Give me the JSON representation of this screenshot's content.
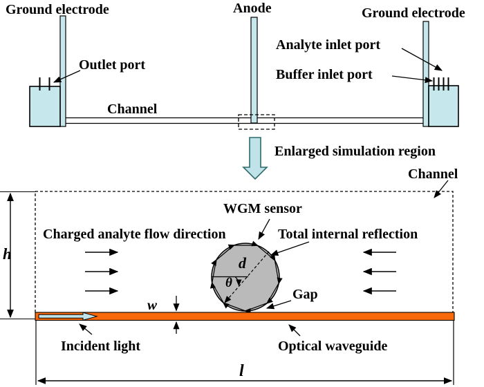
{
  "labels": {
    "ground_electrode_left": "Ground electrode",
    "anode": "Anode",
    "ground_electrode_right": "Ground electrode",
    "outlet_port": "Outlet port",
    "analyte_inlet_port": "Analyte inlet port",
    "buffer_inlet_port": "Buffer inlet port",
    "channel_top": "Channel",
    "enlarged_region": "Enlarged simulation region",
    "channel_bottom": "Channel",
    "flow_direction": "Charged analyte flow direction",
    "wgm_sensor": "WGM sensor",
    "total_internal_reflection": "Total internal reflection",
    "gap": "Gap",
    "incident_light": "Incident light",
    "optical_waveguide": "Optical waveguide"
  },
  "dimensions": {
    "channel_height_symbol": "h",
    "waveguide_width_symbol": "w",
    "sensor_diameter_symbol": "d",
    "reflection_angle_symbol": "θ",
    "channel_length_symbol": "l"
  },
  "colors": {
    "electrode_fill": "#c6e7eb",
    "reservoir_fill": "#c6e7eb",
    "waveguide_fill": "#f7690a",
    "sensor_fill": "#bababa",
    "block_arrow_fill": "#bfe3e8",
    "block_arrow_outline": "#2d6a6a",
    "line_color": "#000000"
  }
}
